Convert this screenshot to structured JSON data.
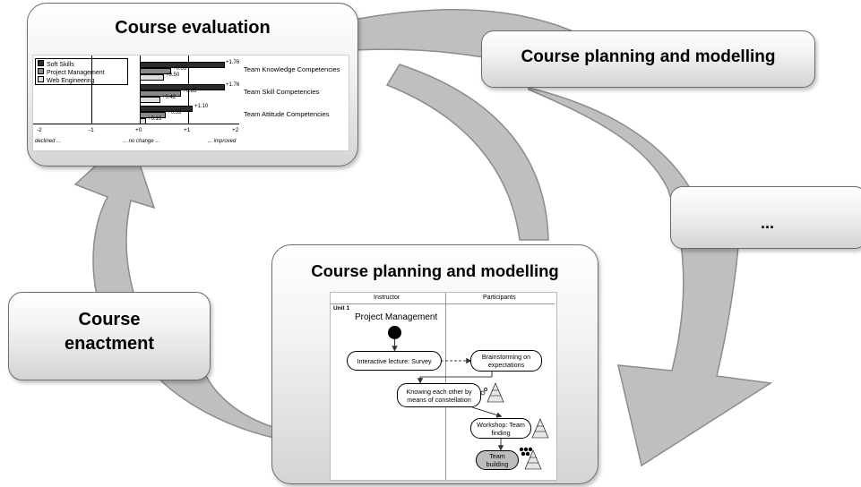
{
  "colors": {
    "arrow_fill": "#bfbfbf",
    "arrow_stroke": "#8c8c8c",
    "box_border": "#6b6b6b",
    "bar_dark": "#2b2b2b",
    "bar_mid": "#8a8a8a",
    "bar_light": "#dedede"
  },
  "boxes": {
    "evaluation_title": "Course evaluation",
    "planning_top": "Course planning and modelling",
    "ellipsis": "...",
    "planning_center_title": "Course planning and modelling",
    "enactment_line1": "Course",
    "enactment_line2": "enactment"
  },
  "evaluation_chart": {
    "legend": [
      "Soft Skills",
      "Project Management",
      "Web Engineering"
    ],
    "groups": [
      {
        "label": "Team Knowledge Competencies",
        "values": [
          1.76,
          0.65,
          0.5
        ],
        "value_labels": [
          "+1.76",
          "+0.65",
          "+0.50"
        ]
      },
      {
        "label": "Team Skill Competencies",
        "values": [
          1.76,
          0.85,
          0.42
        ],
        "value_labels": [
          "+1.76",
          "+0.85",
          "+0.42"
        ]
      },
      {
        "label": "Team Attitude Competencies",
        "values": [
          1.1,
          0.53,
          0.13
        ],
        "value_labels": [
          "+1.10",
          "+0.53",
          "+0.13"
        ]
      }
    ],
    "ticks": [
      "-2",
      "-1",
      "+0",
      "+1",
      "+2"
    ],
    "scale_labels": [
      "declined ...",
      "... no change ...",
      "... improved"
    ]
  },
  "activity_diagram": {
    "lane_instructor": "Instructor",
    "lane_participants": "Participants",
    "unit": "Unit 1",
    "heading": "Project Management",
    "nodes": {
      "lecture": "Interactive lecture: Survey",
      "brainstorm": "Brainstorming on expectations",
      "knowing": "Knowing each other by means of constellation",
      "workshop": "Workshop: Team finding",
      "team_building": "Team building"
    }
  }
}
